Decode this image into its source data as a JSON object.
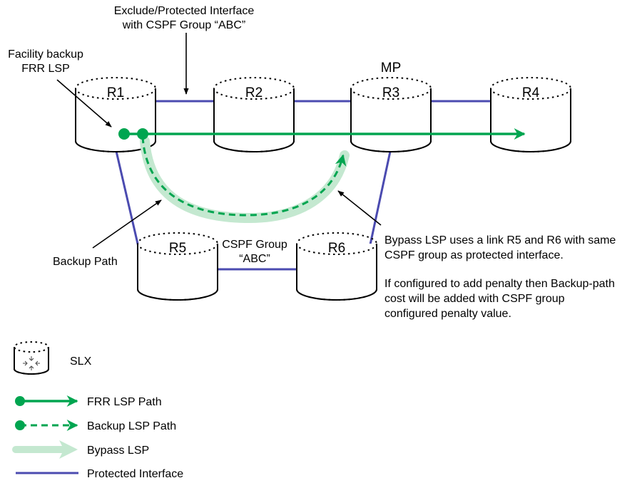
{
  "diagram": {
    "annotations": {
      "exclude_protected_line1": "Exclude/Protected Interface",
      "exclude_protected_line2": "with CSPF Group “ABC”",
      "facility_backup_line1": "Facility backup",
      "facility_backup_line2": "FRR LSP",
      "mp": "MP",
      "backup_path": "Backup Path",
      "cspf_group_line1": "CSPF Group",
      "cspf_group_line2": "“ABC”",
      "bypass_line1": "Bypass LSP uses a link R5 and R6 with same",
      "bypass_line2": "CSPF group as protected interface.",
      "penalty_line1": "If configured to add penalty then Backup-path",
      "penalty_line2": "cost will be added with CSPF group",
      "penalty_line3": "configured penalty value."
    },
    "routers": [
      {
        "label": "R1"
      },
      {
        "label": "R2"
      },
      {
        "label": "R3"
      },
      {
        "label": "R4"
      },
      {
        "label": "R5"
      },
      {
        "label": "R6"
      }
    ],
    "colors": {
      "protected_interface": "#4b4bb0",
      "frr_lsp": "#00a550",
      "bypass_lsp": "#c4e8d0"
    }
  },
  "legend": {
    "slx": "SLX",
    "frr_lsp_path": "FRR LSP Path",
    "backup_lsp_path": "Backup LSP Path",
    "bypass_lsp": "Bypass LSP",
    "protected_interface": "Protected Interface"
  }
}
